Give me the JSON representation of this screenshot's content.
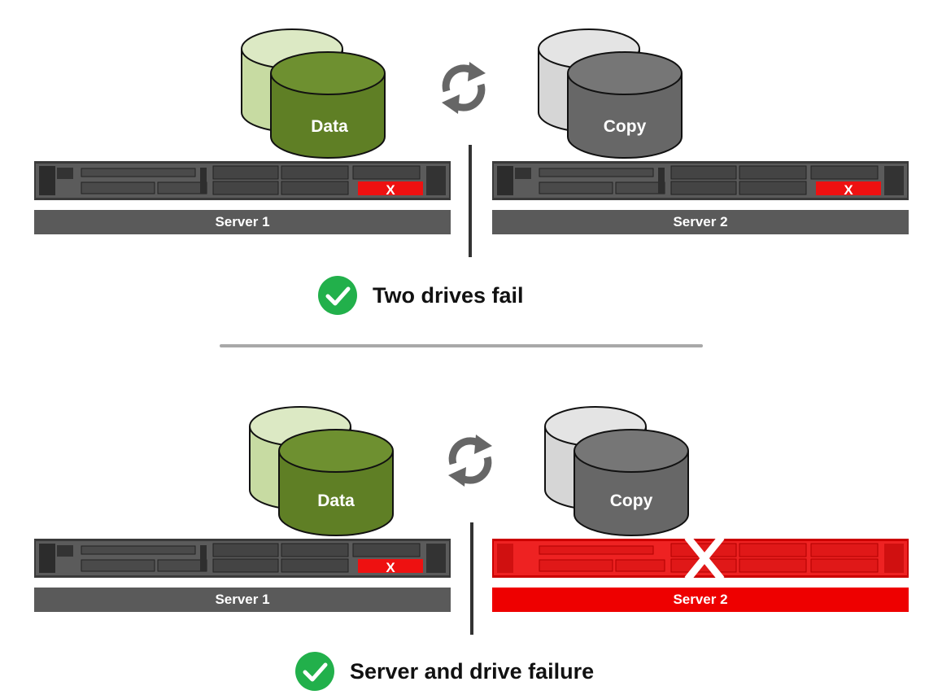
{
  "scenarios": [
    {
      "data_label": "Data",
      "copy_label": "Copy",
      "server1_label": "Server 1",
      "server2_label": "Server 2",
      "result_text": "Two drives fail"
    },
    {
      "data_label": "Data",
      "copy_label": "Copy",
      "server1_label": "Server 1",
      "server2_label": "Server 2",
      "result_text": "Server and drive failure"
    }
  ],
  "colors": {
    "data_front": "#5f7f25",
    "data_back": "#c7dba2",
    "copy_front": "#676767",
    "copy_back": "#d6d6d6",
    "server_bar": "#5a5a5a",
    "failed": "#ee0000",
    "check": "#22b04b"
  }
}
